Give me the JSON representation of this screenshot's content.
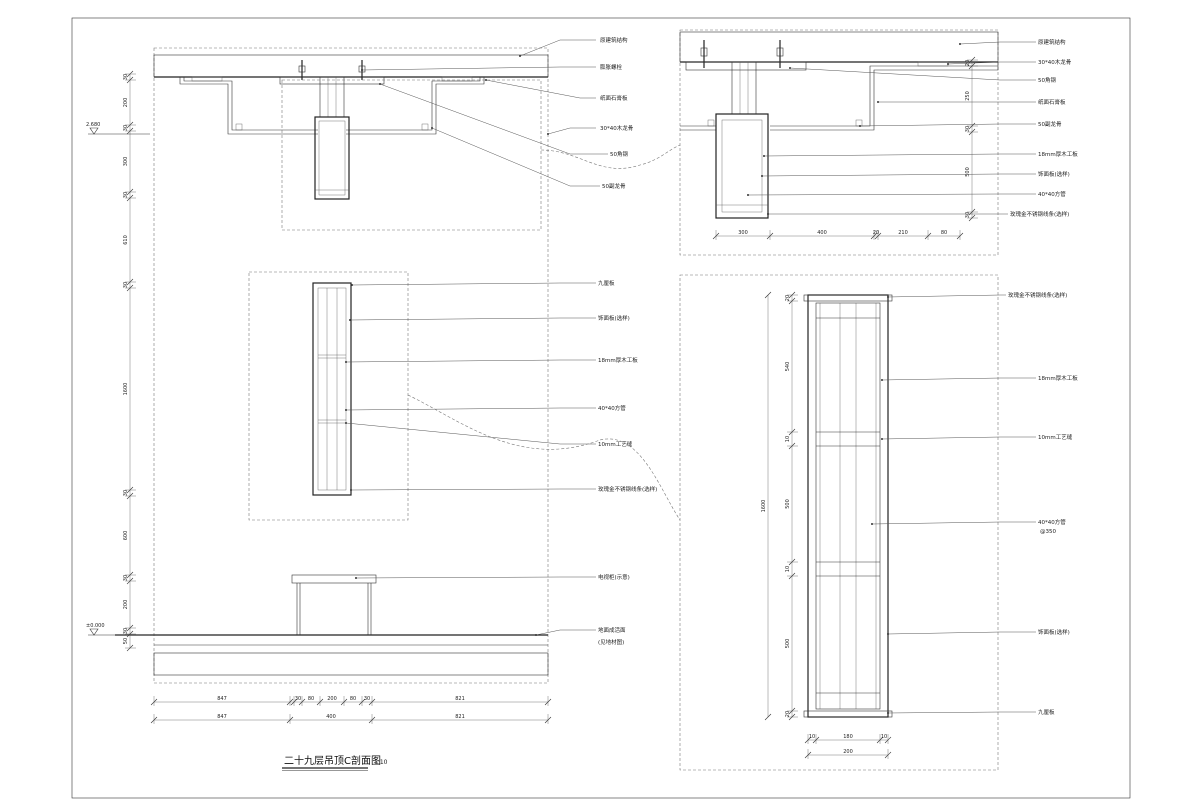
{
  "drawing": {
    "title": "二十九层吊顶C剖面图",
    "scale": "1:10"
  },
  "left_section": {
    "labels": [
      "原建筑结构",
      "膨胀螺栓",
      "纸面石膏板",
      "30*40木龙骨",
      "50角钢",
      "50副龙骨",
      "九厘板",
      "饰面板(选样)",
      "18mm厚木工板",
      "40*40方管",
      "10mm工艺缝",
      "玫瑰金不锈钢线条(选样)",
      "电视柜(示意)",
      "地面成活面",
      "(见地材图)"
    ],
    "level_marks": [
      "2.680",
      "±0.000"
    ],
    "vertical_dims": [
      "30",
      "200",
      "30",
      "300",
      "30",
      "610",
      "30",
      "1600",
      "30",
      "600",
      "30",
      "200",
      "30",
      "50"
    ],
    "bottom_dims_row1": [
      "847",
      "30",
      "80",
      "200",
      "80",
      "30",
      "821"
    ],
    "bottom_dims_row2": [
      "847",
      "400",
      "821"
    ]
  },
  "detail_top": {
    "labels": [
      "原建筑结构",
      "30*40木龙骨",
      "50角钢",
      "纸面石膏板",
      "50副龙骨",
      "18mm厚木工板",
      "饰面板(选样)",
      "40*40方管",
      "玫瑰金不锈钢线条(选样)"
    ],
    "vertical_dims": [
      "20",
      "250",
      "30",
      "500",
      "30"
    ],
    "bottom_dims": [
      "300",
      "400",
      "20",
      "210",
      "80"
    ]
  },
  "detail_bottom": {
    "labels": [
      "玫瑰金不锈钢线条(选样)",
      "18mm厚木工板",
      "10mm工艺缝",
      "40*40方管",
      "@350",
      "饰面板(选样)",
      "九厘板"
    ],
    "vertical_dims": [
      "20",
      "540",
      "10",
      "500",
      "10",
      "500",
      "20"
    ],
    "total_dim": "1600",
    "bottom_dims_row1": [
      "10",
      "180",
      "10"
    ],
    "bottom_dims_row2": [
      "200"
    ]
  }
}
